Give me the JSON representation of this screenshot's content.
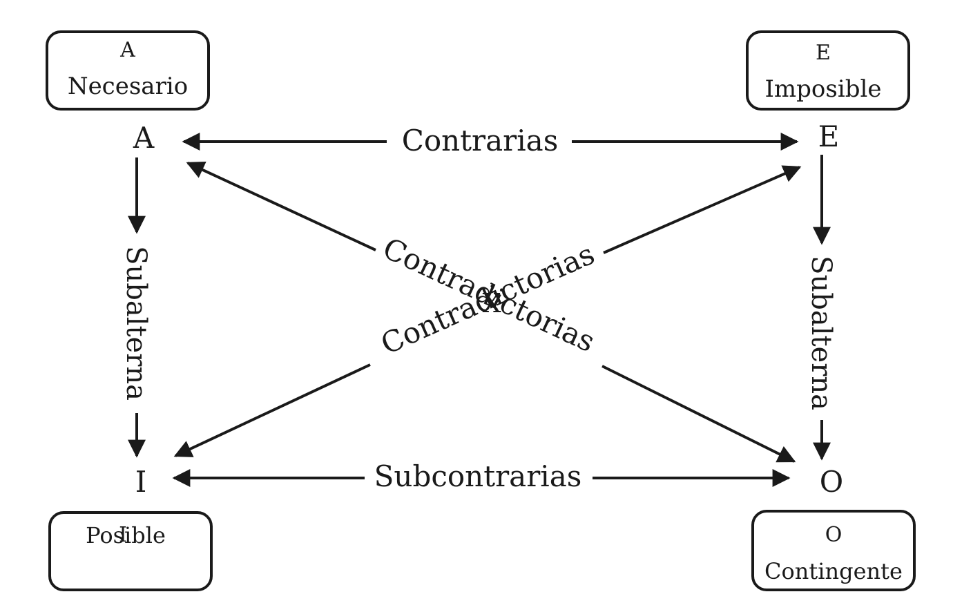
{
  "boxes": {
    "a": {
      "letter": "A",
      "name": "Necesario"
    },
    "e": {
      "letter": "E",
      "name": "Imposible"
    },
    "i": {
      "letter": "I",
      "name": "Posible"
    },
    "o": {
      "letter": "O",
      "name": "Contingente"
    }
  },
  "corners": {
    "a": "A",
    "e": "E",
    "i": "I",
    "o": "O"
  },
  "relations": {
    "contrarias": "Contrarias",
    "subcontrarias": "Subcontrarias",
    "subalterna_left": "Subalterna",
    "subalterna_right": "Subalterna",
    "contradictorias_1": "Contradictorias",
    "contradictorias_2": "Contradictorias",
    "center_mark": "X"
  }
}
